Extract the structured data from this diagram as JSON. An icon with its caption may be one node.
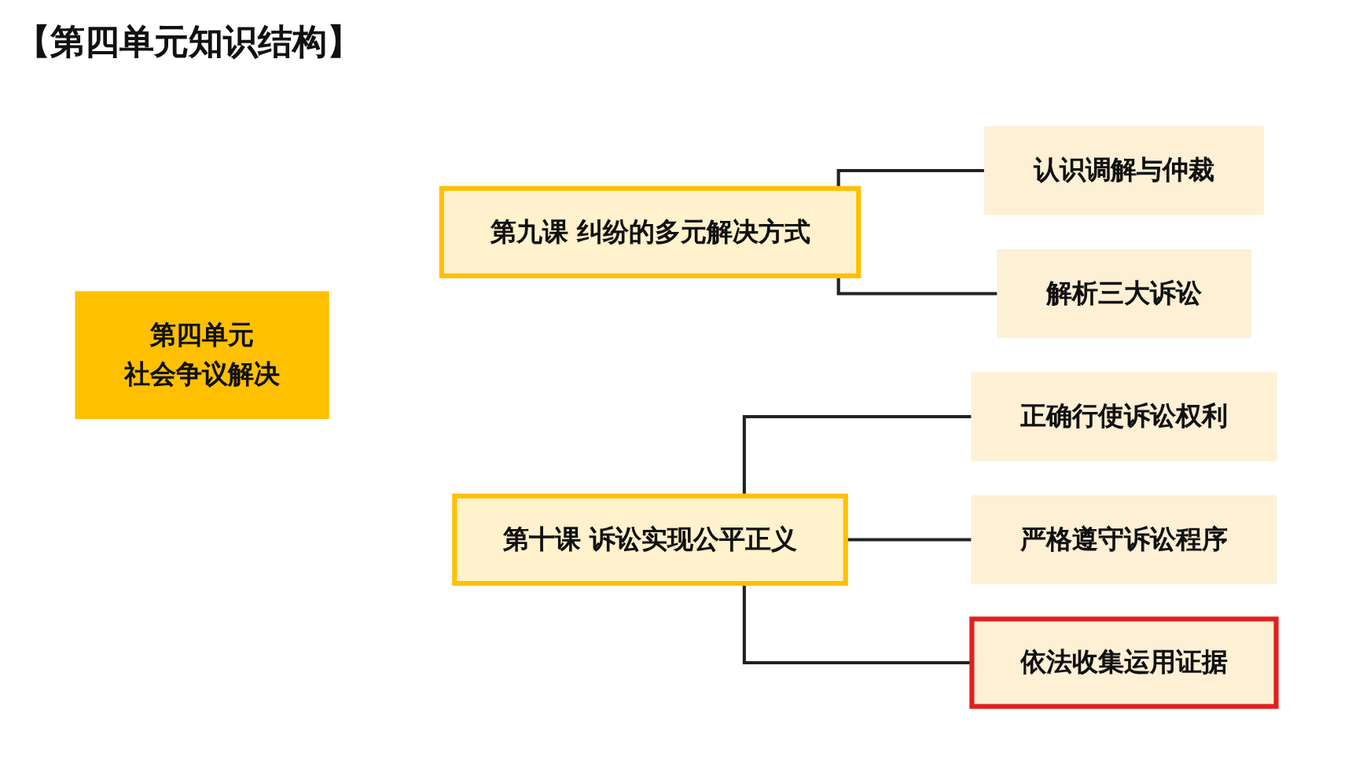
{
  "diagram": {
    "title": "【第四单元知识结构】",
    "nodes": [
      {
        "text": [
          "第四单元",
          "社会争议解决"
        ]
      },
      {
        "text": [
          "第九课 纠纷的多元解决方式"
        ]
      },
      {
        "text": [
          "第十课 诉讼实现公平正义"
        ]
      },
      {
        "text": [
          "认识调解与仲裁"
        ]
      },
      {
        "text": [
          "解析三大诉讼"
        ]
      },
      {
        "text": [
          "正确行使诉讼权利"
        ]
      },
      {
        "text": [
          "严格遵守诉讼程序"
        ]
      },
      {
        "text": [
          "依法收集运用证据"
        ]
      }
    ],
    "edges": [
      {
        "from": 1,
        "to": 3,
        "arrow": "none"
      },
      {
        "from": 1,
        "to": 4,
        "arrow": "none"
      },
      {
        "from": 2,
        "to": 5,
        "arrow": "none"
      },
      {
        "from": 2,
        "to": 6,
        "arrow": "none"
      },
      {
        "from": 2,
        "to": 7,
        "arrow": "none"
      }
    ]
  }
}
